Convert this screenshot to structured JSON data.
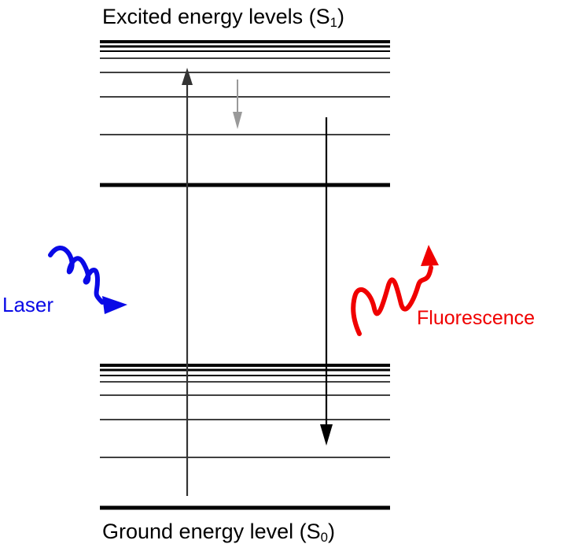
{
  "excited_title": {
    "text": "Excited energy levels (S",
    "sub": "1",
    "close": ")"
  },
  "ground_title": {
    "text": "Ground energy level (S",
    "sub": "0",
    "close": ")"
  },
  "laser_label": "Laser",
  "fluorescence_label": "Fluorescence",
  "colors": {
    "laser": "#0a0ae6",
    "fluorescence": "#f00000",
    "levels": "#000000",
    "absorption_arrow": "#333333",
    "relaxation_arrow": "#999999",
    "emission_arrow": "#000000"
  },
  "icons": {
    "laser": "wavy-arrow-icon",
    "fluorescence": "wavy-arrow-icon"
  }
}
